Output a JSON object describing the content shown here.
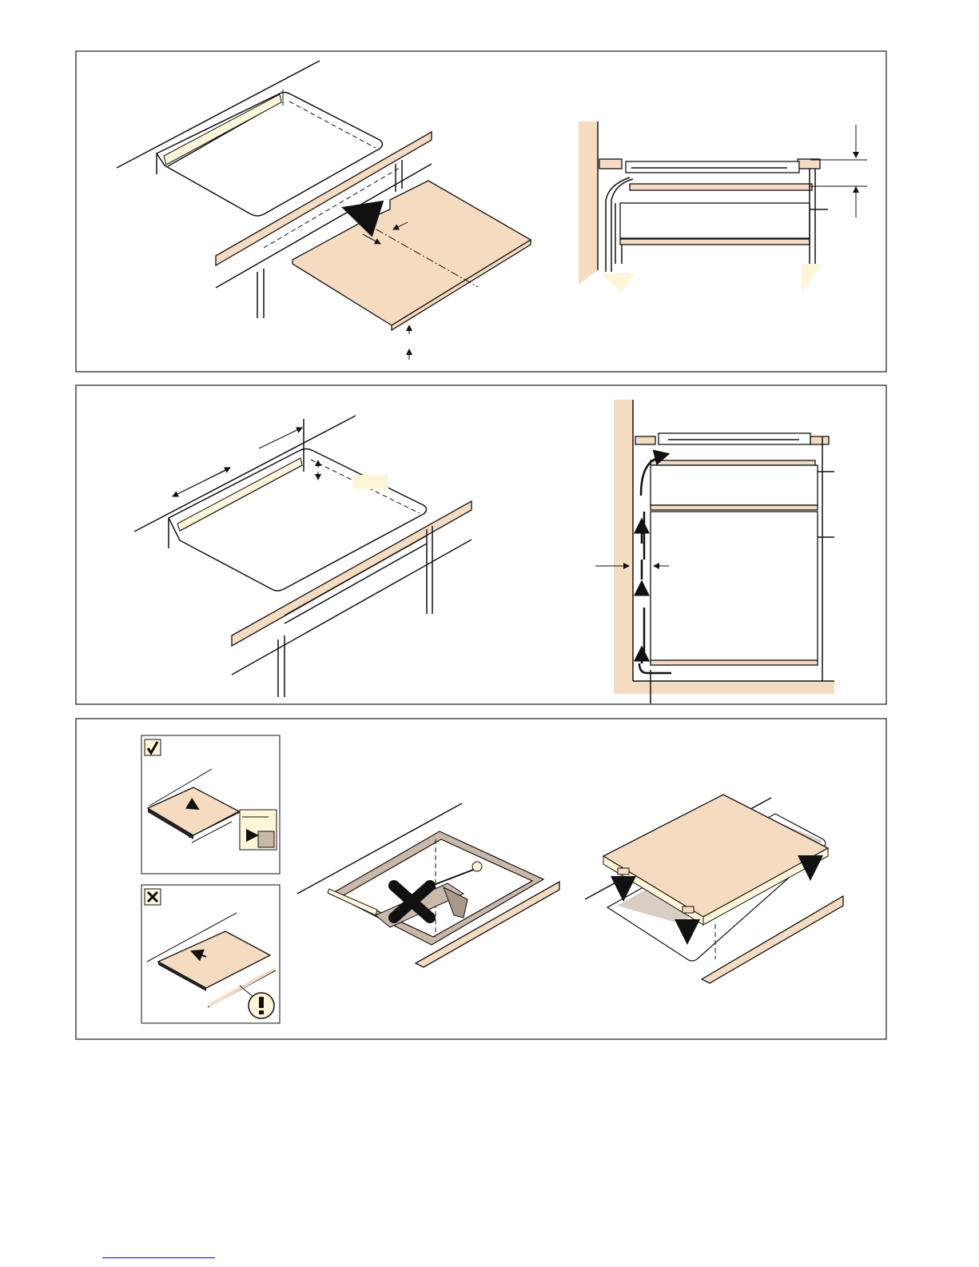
{
  "colors": {
    "wood": "#f5dcc0",
    "cream": "#fff6d8",
    "line": "#111111",
    "footer_link": "#0000ee"
  },
  "panels": [
    {
      "id": "panel-installation-cutout",
      "icons": [
        "arrow-left-icon",
        "dimension-arrow-icon",
        "air-vent-icon"
      ]
    },
    {
      "id": "panel-ventilation-gap",
      "icons": [
        "dimension-arrow-icon",
        "airflow-arrow-icon"
      ]
    },
    {
      "id": "panel-fitting-hob",
      "icons": [
        "check-icon",
        "cross-icon",
        "warning-exclamation-icon",
        "sealant-gun-icon",
        "arrow-down-icon"
      ]
    }
  ]
}
